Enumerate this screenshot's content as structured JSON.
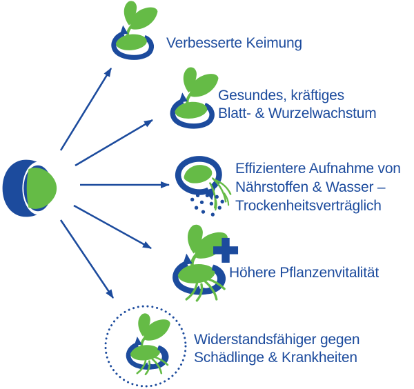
{
  "colors": {
    "blue": "#1C4B9D",
    "green": "#65BB46",
    "background": "#FFFFFF"
  },
  "center": {
    "icon": "treated-seed-icon",
    "description_icon_name": "seed-with-coating"
  },
  "benefits": [
    {
      "icon": "germination-sprout-icon",
      "lines": [
        "Verbesserte Keimung"
      ]
    },
    {
      "icon": "leaf-root-growth-icon",
      "lines": [
        "Gesundes, kräftiges",
        "Blatt- & Wurzelwachstum"
      ]
    },
    {
      "icon": "nutrient-water-uptake-icon",
      "lines": [
        "Effizientere Aufnahme von",
        "Nährstoffen & Wasser –",
        "Trockenheitsverträglich"
      ]
    },
    {
      "icon": "plant-vitality-plus-icon",
      "lines": [
        "Höhere Pflanzenvitalität"
      ]
    },
    {
      "icon": "pest-disease-resistance-icon",
      "lines": [
        "Widerstandsfähiger gegen",
        "Schädlinge & Krankheiten"
      ]
    }
  ]
}
